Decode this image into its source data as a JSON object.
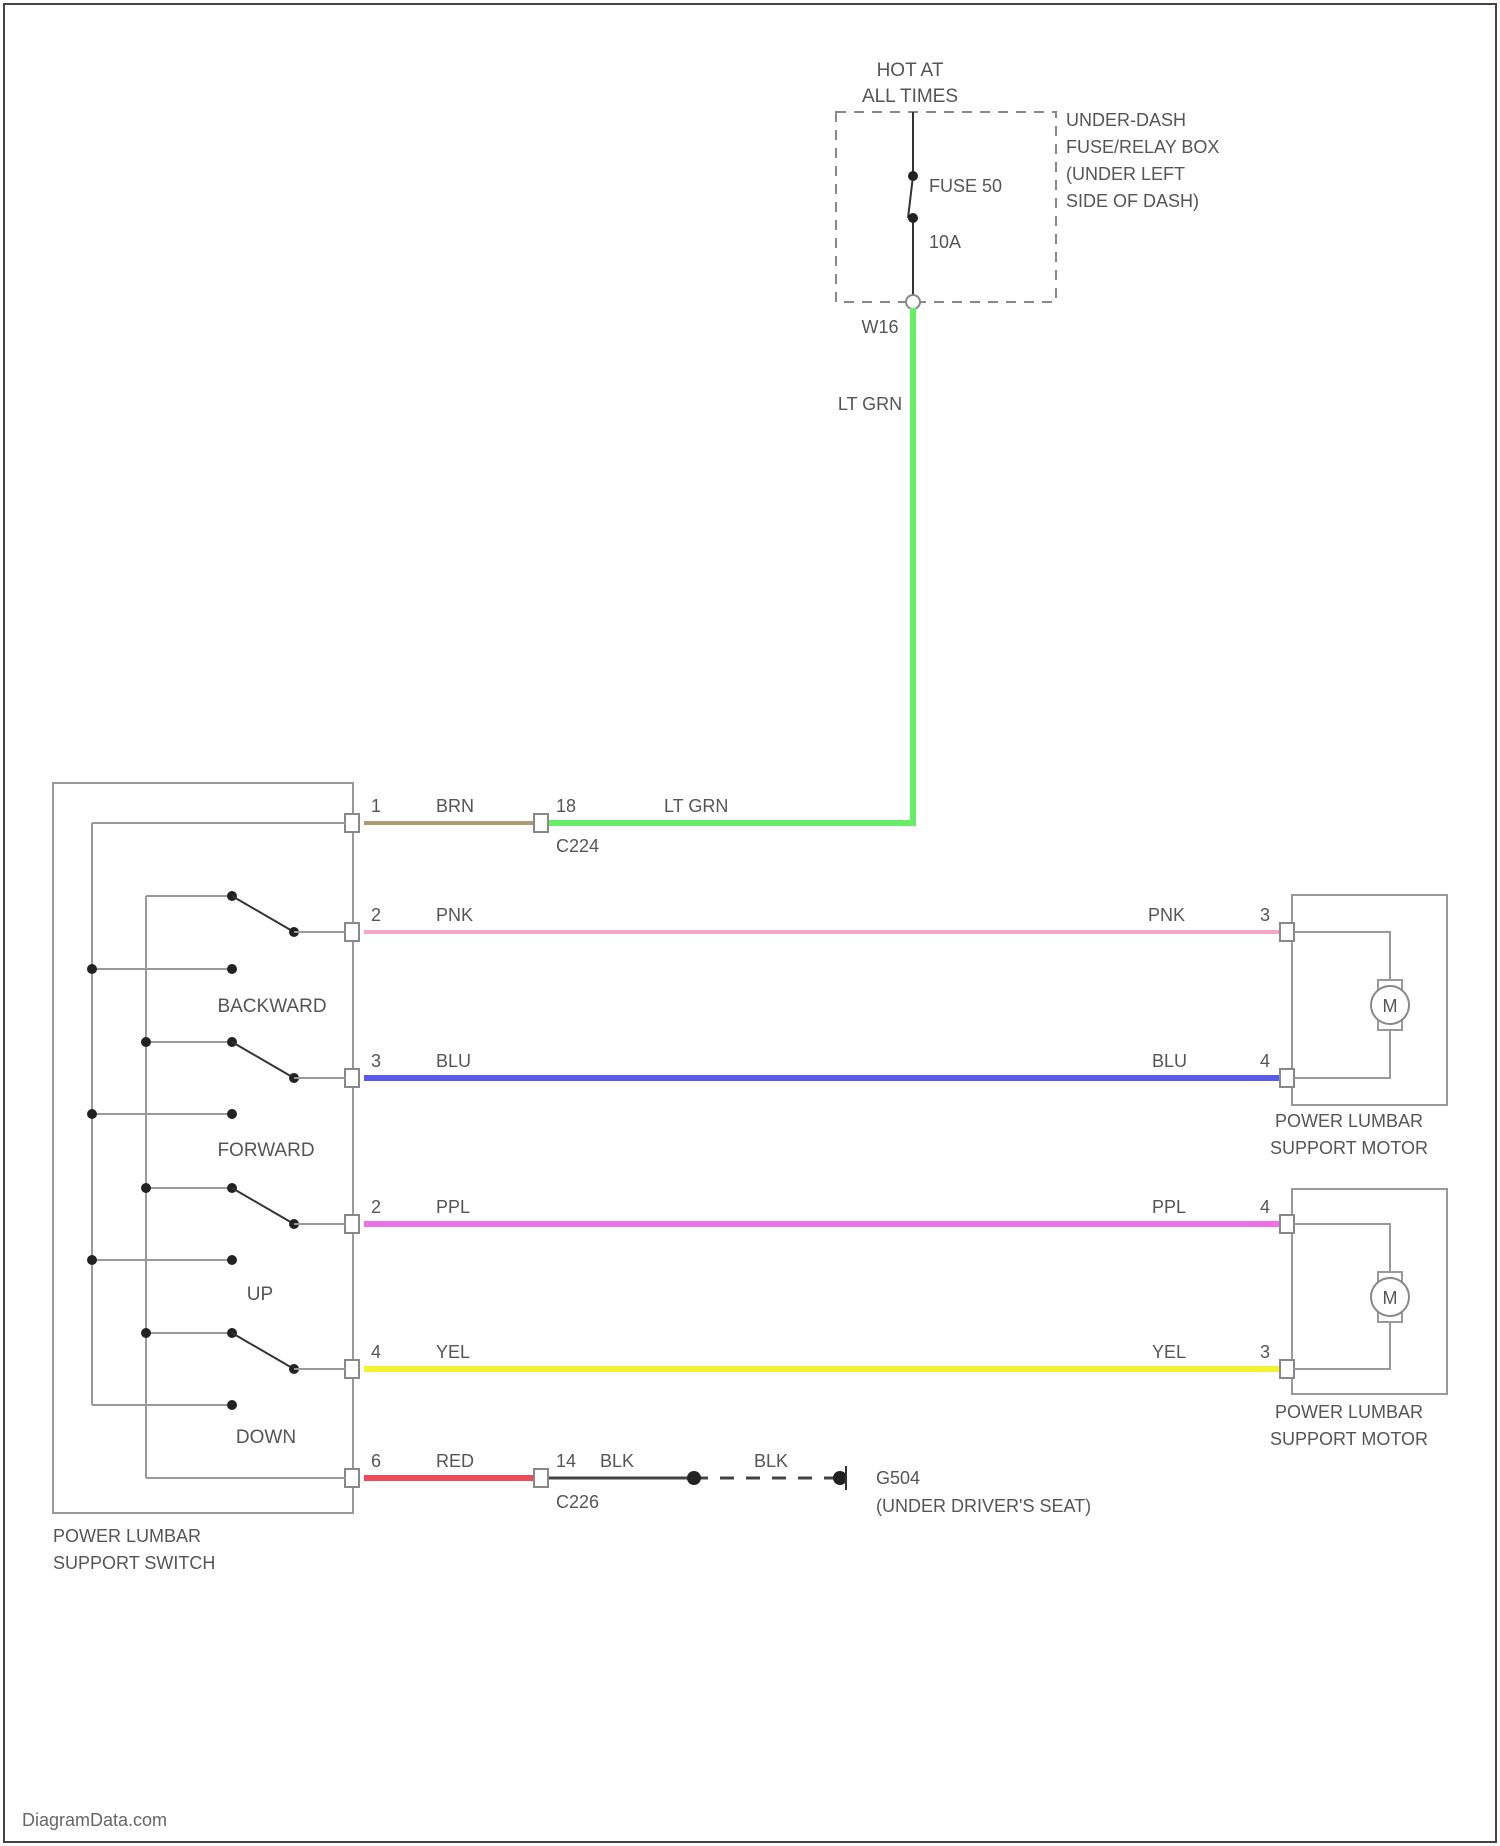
{
  "power_source": {
    "hot_label": [
      "HOT AT",
      "ALL TIMES"
    ],
    "fuse_box_label": [
      "UNDER-DASH",
      "FUSE/RELAY BOX",
      "(UNDER LEFT",
      "SIDE OF DASH)"
    ],
    "fuse_name": "FUSE 50",
    "fuse_rating": "10A",
    "terminal": "W16"
  },
  "wires": {
    "feed_vertical_color_label": "LT GRN",
    "brn": "BRN",
    "lt_grn": "LT GRN",
    "pnk": "PNK",
    "blu": "BLU",
    "ppl": "PPL",
    "yel": "YEL",
    "red": "RED",
    "blk": "BLK",
    "colors": {
      "lt_grn": "#66ee66",
      "brn": "#b09a72",
      "pnk": "#f4a8c0",
      "blu": "#5a5af0",
      "ppl": "#f070e6",
      "yel": "#f2f230",
      "red": "#f04a5a",
      "blk": "#444444"
    }
  },
  "connectors": {
    "c1_pin": "18",
    "c1_name": "C224",
    "c2_pin": "14",
    "c2_name": "C226"
  },
  "ground": {
    "name": "G504",
    "location": "(UNDER DRIVER'S SEAT)"
  },
  "switch": {
    "name": [
      "POWER LUMBAR",
      "SUPPORT SWITCH"
    ],
    "positions": [
      "BACKWARD",
      "FORWARD",
      "UP",
      "DOWN"
    ],
    "pins": [
      "1",
      "2",
      "3",
      "2",
      "4",
      "6"
    ]
  },
  "motor_top": {
    "name": [
      "POWER LUMBAR",
      "SUPPORT MOTOR"
    ],
    "symbol": "M",
    "pins": [
      "3",
      "4"
    ]
  },
  "motor_bottom": {
    "name": [
      "POWER LUMBAR",
      "SUPPORT MOTOR"
    ],
    "symbol": "M",
    "pins": [
      "4",
      "3"
    ]
  },
  "watermark": "DiagramData.com"
}
